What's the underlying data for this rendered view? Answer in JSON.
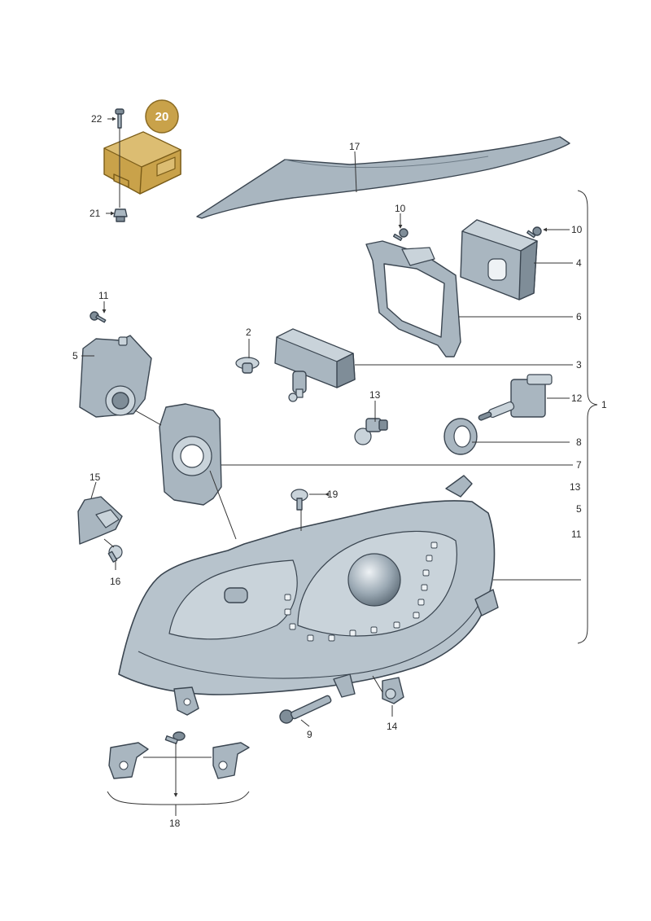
{
  "diagram": {
    "highlight_badge": "20",
    "highlight_color": "#c9a24a",
    "part_color": "#a9b6c0",
    "callouts": {
      "c1": "1",
      "c2": "2",
      "c3": "3",
      "c4": "4",
      "c5_left": "5",
      "c5_right": "5",
      "c6": "6",
      "c7": "7",
      "c8": "8",
      "c9": "9",
      "c10_top": "10",
      "c10_right": "10",
      "c11_left": "11",
      "c11_right": "11",
      "c12": "12",
      "c13_center": "13",
      "c13_right": "13",
      "c14": "14",
      "c15": "15",
      "c16": "16",
      "c17": "17",
      "c18": "18",
      "c19": "19",
      "c21": "21",
      "c22": "22"
    }
  }
}
